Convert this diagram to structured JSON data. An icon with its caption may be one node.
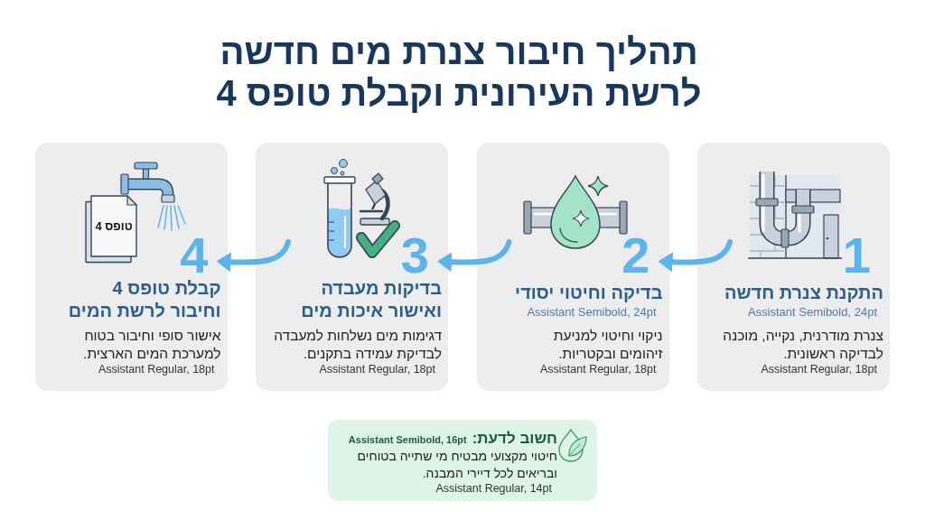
{
  "diagram": {
    "title": "תהליך חיבור צנרת מים חדשה לרשת העירונית וקבלת טופס 4",
    "nodes": [
      {
        "text": [
          "1",
          "התקנת צנרת חדשה",
          "Assistant Semibold, 24pt",
          "צנרת מודרנית, נקייה, מוכנה לבדיקה ראשונית.",
          "Assistant Regular, 18pt"
        ]
      },
      {
        "text": [
          "2",
          "בדיקה וחיטוי יסודי",
          "Assistant Semibold, 24pt",
          "ניקוי וחיטוי למניעת זיהומים ובקטריות.",
          "Assistant Regular, 18pt"
        ]
      },
      {
        "text": [
          "3",
          "בדיקות מעבדה ואישור איכות מים",
          "דגימות מים נשלחות למעבדה לבדיקת עמידה בתקנים.",
          "Assistant Regular, 18pt"
        ]
      },
      {
        "text": [
          "4",
          "קבלת טופס 4 וחיבור לרשת המים",
          "אישור סופי וחיבור בטוח למערכת המים הארצית.",
          "Assistant Regular, 18pt"
        ]
      },
      {
        "text": [
          "טופס 4"
        ],
        "in": 3
      },
      {
        "text": [
          "חשוב לדעת:",
          "Assistant Semibold, 16pt",
          "חיטוי מקצועי מבטיח מי שתייה בטוחים ובריאים לכל דיירי המבנה.",
          "Assistant Regular, 14pt"
        ]
      }
    ],
    "edges": [
      {
        "from": 0,
        "to": 1,
        "arrow": "to"
      },
      {
        "from": 1,
        "to": 2,
        "arrow": "to"
      },
      {
        "from": 2,
        "to": 3,
        "arrow": "to"
      }
    ]
  }
}
